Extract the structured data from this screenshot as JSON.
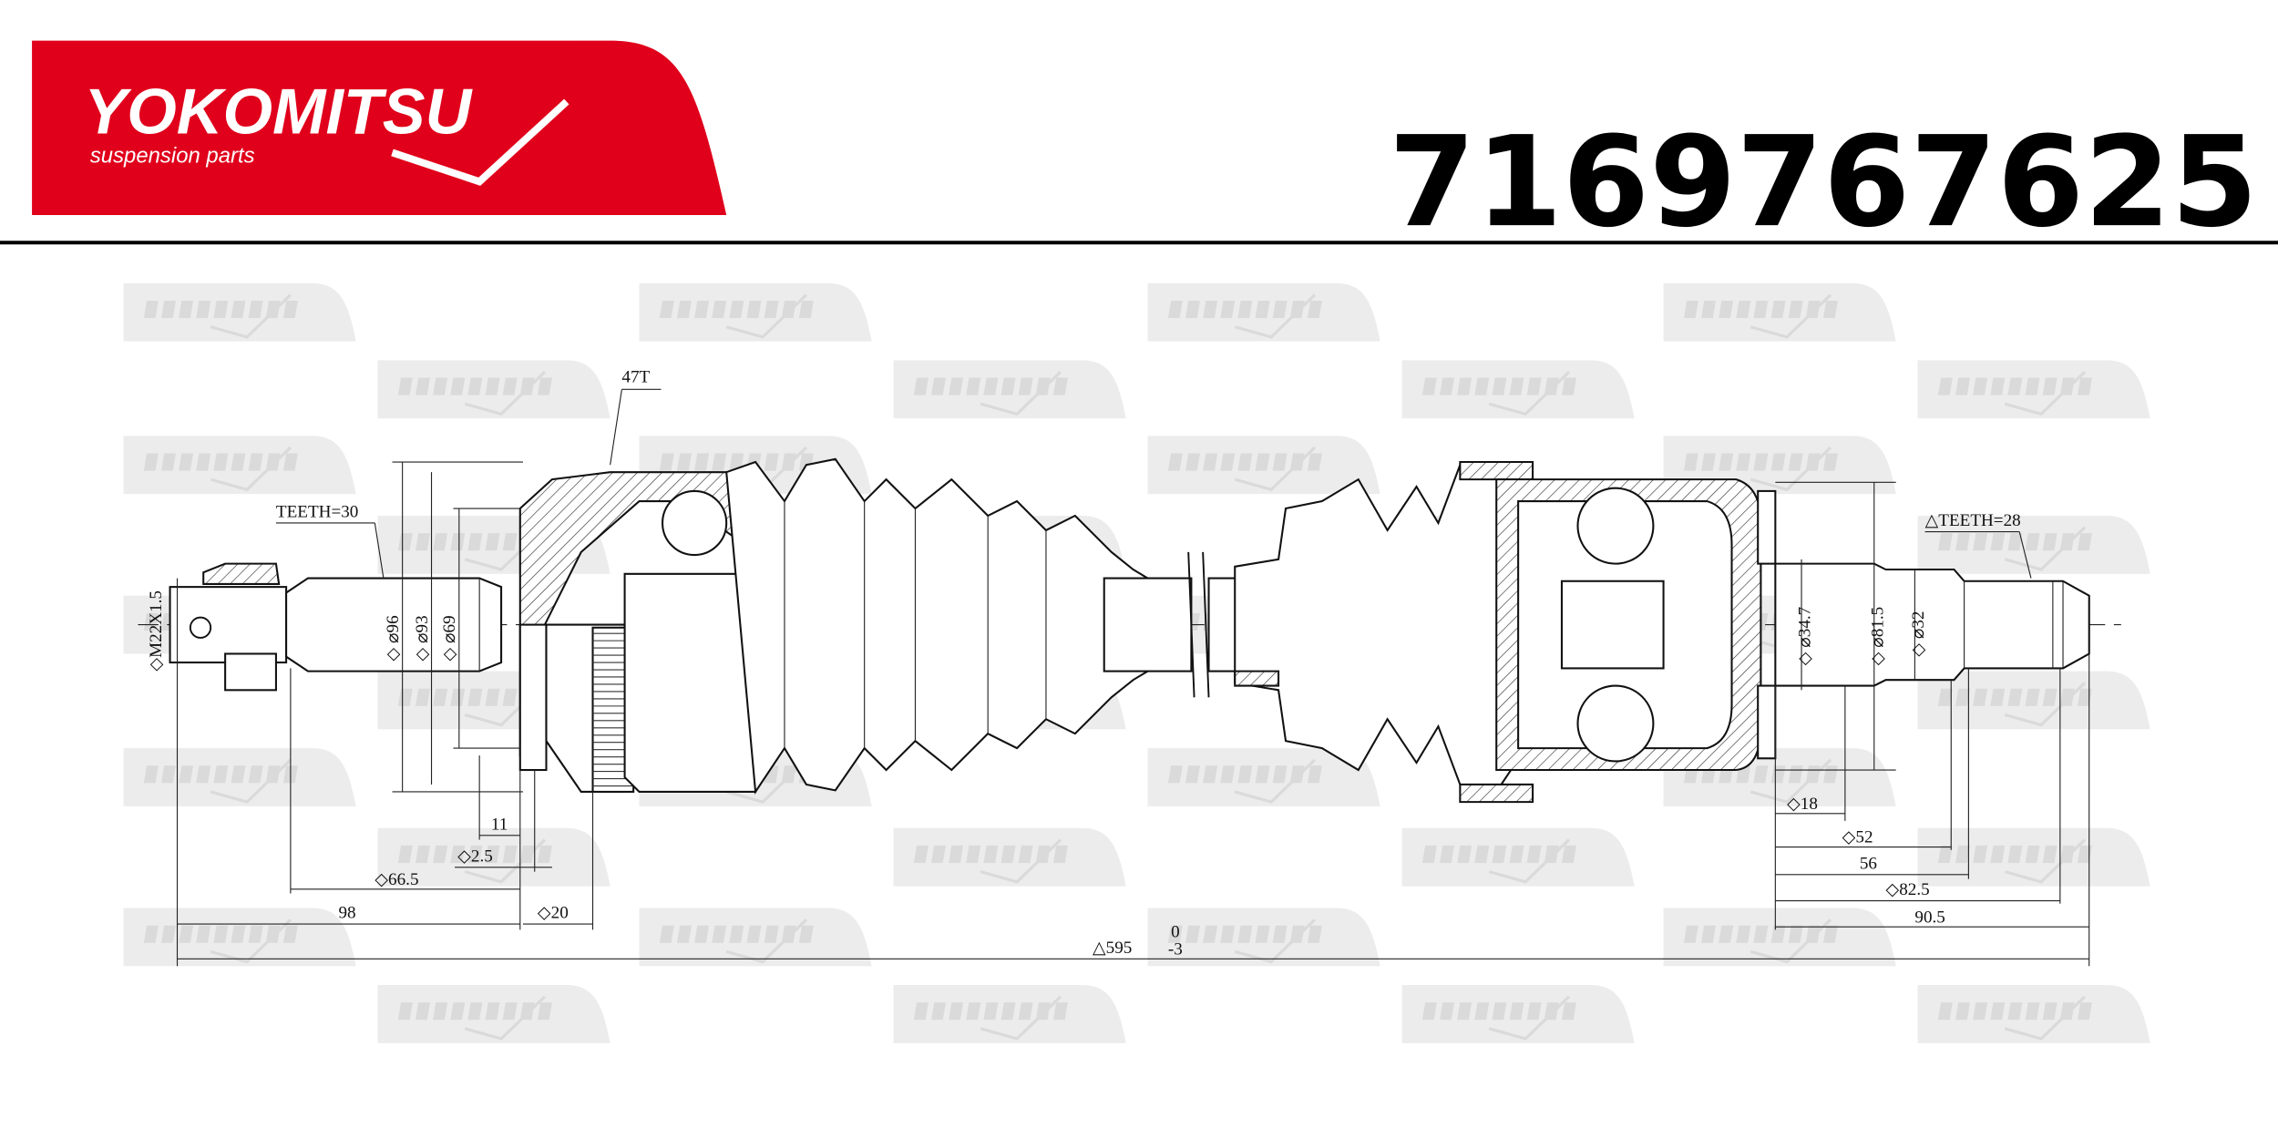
{
  "brand": {
    "name": "YOKOMITSU",
    "tagline": "suspension parts",
    "color": "#e0001b"
  },
  "part_number": "7169767625",
  "labels": {
    "outer_teeth": "TEETH=30",
    "abs_teeth": "47T",
    "thread": "◇M22X1.5",
    "d96": "◇ ⌀96",
    "d93": "◇ ⌀93",
    "d69": "◇ ⌀69",
    "l11": "11",
    "l2_5": "◇2.5",
    "l66_5": "◇66.5",
    "l98": "98",
    "l20": "◇20",
    "total": "△595",
    "total_tol_upper": "0",
    "total_tol_lower": "-3",
    "inner_teeth": "△TEETH=28",
    "d34_7": "◇ ⌀34.7",
    "d81_5": "◇ ⌀81.5",
    "d32": "◇ ⌀32",
    "l18": "◇18",
    "l52": "◇52",
    "l56": "56",
    "l82_5": "◇82.5",
    "l90_5": "90.5"
  }
}
